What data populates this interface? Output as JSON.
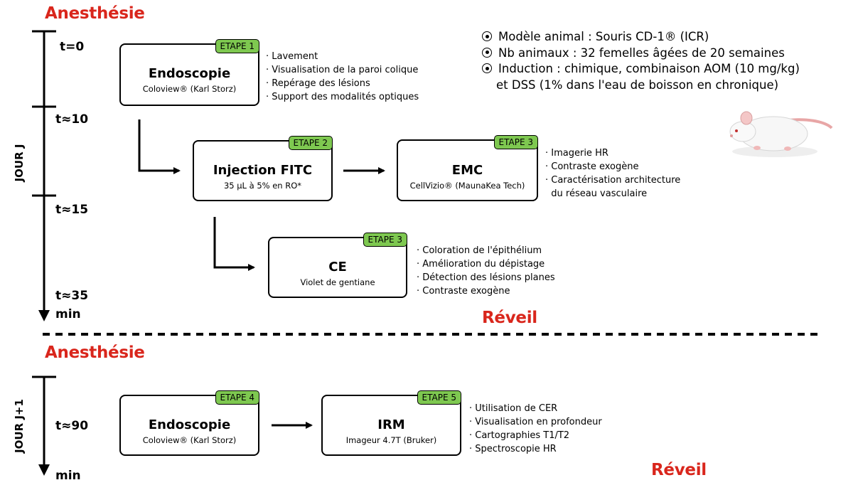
{
  "colors": {
    "accent_red": "#d9261c",
    "etape_green": "#7ec850"
  },
  "section1": {
    "phase_start": "Anesthésie",
    "day_label": "JOUR J",
    "times": [
      "t=0",
      "t≈10",
      "t≈15",
      "t≈35"
    ],
    "unit": "min",
    "phase_end": "Réveil",
    "steps": {
      "endoscopie": {
        "etape": "ETAPE 1",
        "title": "Endoscopie",
        "subtitle": "Coloview® (Karl Storz)",
        "bullets": [
          "Lavement",
          "Visualisation de la paroi colique",
          "Repérage des lésions",
          "Support des modalités optiques"
        ]
      },
      "injection": {
        "etape": "ETAPE 2",
        "title": "Injection FITC",
        "subtitle": "35 µL à 5% en RO*"
      },
      "emc": {
        "etape": "ETAPE 3",
        "title": "EMC",
        "subtitle": "CellVizio® (MaunaKea Tech)",
        "bullets": [
          "Imagerie HR",
          "Contraste exogène",
          "Caractérisation architecture",
          "du réseau vasculaire"
        ]
      },
      "ce": {
        "etape": "ETAPE 3",
        "title": "CE",
        "subtitle": "Violet de gentiane",
        "bullets": [
          "Coloration de l'épithélium",
          "Amélioration du dépistage",
          "Détection des lésions planes",
          "Contraste exogène"
        ]
      }
    }
  },
  "info": {
    "lines": [
      "Modèle animal : Souris CD-1® (ICR)",
      "Nb animaux : 32 femelles âgées de 20 semaines",
      "Induction : chimique, combinaison AOM (10 mg/kg)",
      "et DSS (1% dans l'eau de boisson en chronique)"
    ],
    "image_icon": "white-mouse-icon"
  },
  "section2": {
    "phase_start": "Anesthésie",
    "day_label": "JOUR J+1",
    "time": "t≈90",
    "unit": "min",
    "phase_end": "Réveil",
    "steps": {
      "endoscopie": {
        "etape": "ETAPE 4",
        "title": "Endoscopie",
        "subtitle": "Coloview® (Karl Storz)"
      },
      "irm": {
        "etape": "ETAPE 5",
        "title": "IRM",
        "subtitle": "Imageur 4.7T (Bruker)",
        "bullets": [
          "Utilisation de CER",
          "Visualisation en profondeur",
          "Cartographies T1/T2",
          "Spectroscopie HR"
        ]
      }
    }
  }
}
